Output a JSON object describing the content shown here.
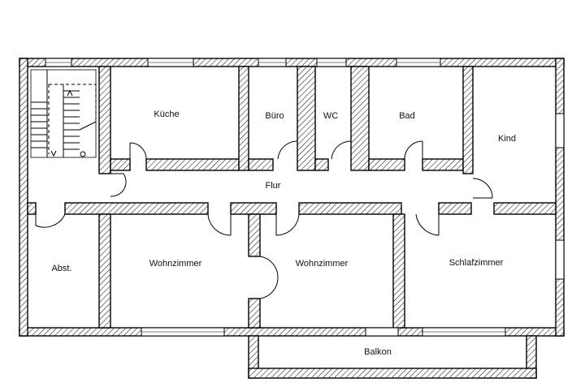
{
  "rooms": {
    "kueche": "Küche",
    "buero": "Büro",
    "wc": "WC",
    "bad": "Bad",
    "kind": "Kind",
    "flur": "Flur",
    "abst": "Abst.",
    "wohnzimmer_1": "Wohnzimmer",
    "wohnzimmer_2": "Wohnzimmer",
    "schlafzimmer": "Schlafzimmer",
    "balkon": "Balkon"
  }
}
